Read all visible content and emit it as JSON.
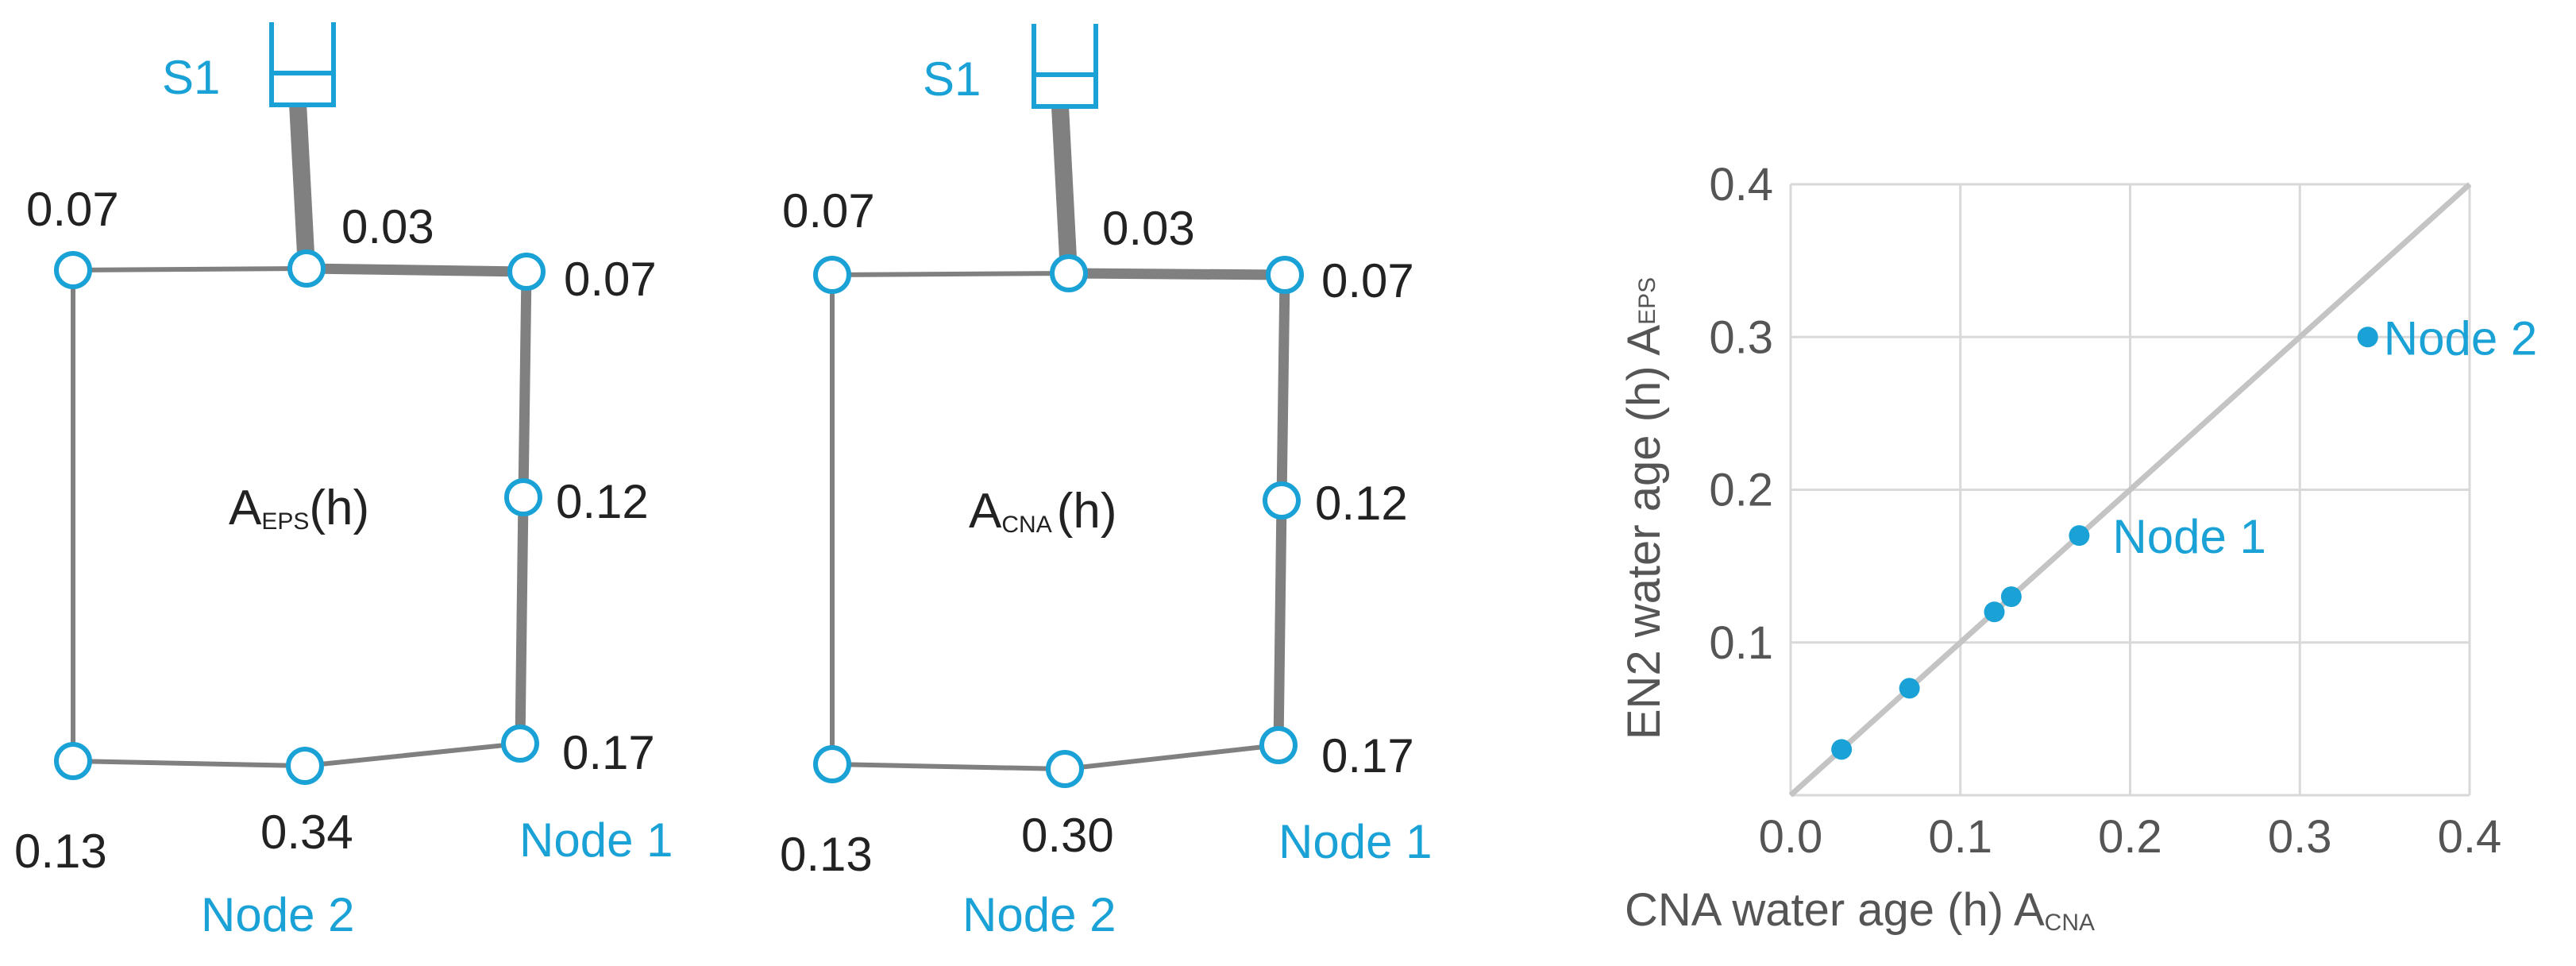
{
  "colors": {
    "accent": "#1aa2d6",
    "pipe": "#808080",
    "grid": "#d9d9d9",
    "identity_line": "#c4c4c4",
    "text": "#222222",
    "axis_text": "#555555"
  },
  "networks": [
    {
      "source_label": "S1",
      "title_main": "A",
      "title_sub": "EPS",
      "title_paren": "(h)",
      "values": {
        "top_left": "0.07",
        "top_mid": "0.03",
        "top_right": "0.07",
        "right_mid": "0.12",
        "bottom_right": "0.17",
        "bottom_mid": "0.34",
        "bottom_left": "0.13"
      },
      "node1_label": "Node 1",
      "node2_label": "Node 2"
    },
    {
      "source_label": "S1",
      "title_main": "A",
      "title_sub": "CNA",
      "title_paren": "(h)",
      "values": {
        "top_left": "0.07",
        "top_mid": "0.03",
        "top_right": "0.07",
        "right_mid": "0.12",
        "bottom_right": "0.17",
        "bottom_mid": "0.30",
        "bottom_left": "0.13"
      },
      "node1_label": "Node 1",
      "node2_label": "Node 2"
    }
  ],
  "chart_data": {
    "type": "scatter",
    "xlabel_main": "CNA water age (h) A",
    "xlabel_sub": "CNA",
    "ylabel_main": "EN2 water age (h) A",
    "ylabel_sub": "EPS",
    "xlim": [
      0,
      0.4
    ],
    "ylim": [
      0,
      0.4
    ],
    "x_ticks": [
      "0.0",
      "0.1",
      "0.2",
      "0.3",
      "0.4"
    ],
    "y_ticks": [
      "0.1",
      "0.2",
      "0.3",
      "0.4"
    ],
    "grid": true,
    "identity_line": true,
    "points": [
      {
        "x": 0.03,
        "y": 0.03
      },
      {
        "x": 0.07,
        "y": 0.07
      },
      {
        "x": 0.12,
        "y": 0.12
      },
      {
        "x": 0.13,
        "y": 0.13
      },
      {
        "x": 0.17,
        "y": 0.17,
        "label": "Node 1"
      },
      {
        "x": 0.34,
        "y": 0.3,
        "label": "Node 2"
      }
    ]
  }
}
